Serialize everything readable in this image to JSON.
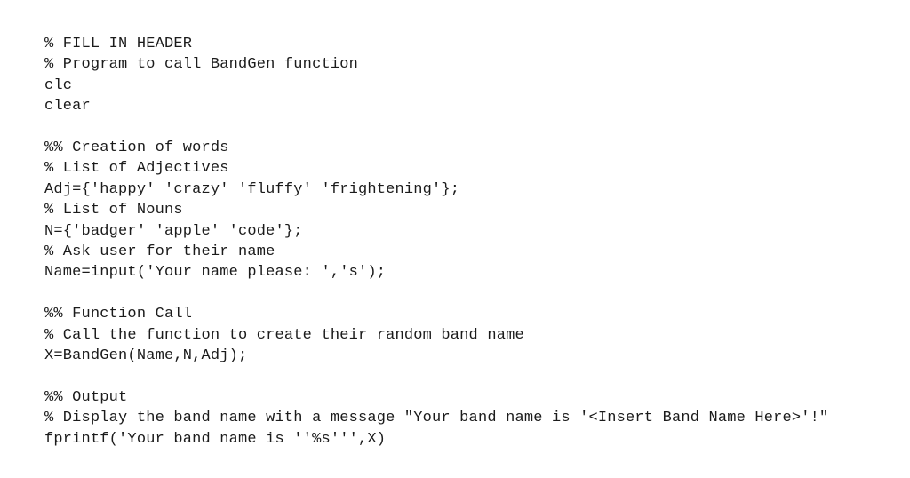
{
  "document": {
    "kind": "matlab-script",
    "background_color": "#ffffff",
    "text_color": "#1b1b1b",
    "lines": [
      "% FILL IN HEADER",
      "% Program to call BandGen function",
      "clc",
      "clear",
      "",
      "%% Creation of words",
      "% List of Adjectives",
      "Adj={'happy' 'crazy' 'fluffy' 'frightening'};",
      "% List of Nouns",
      "N={'badger' 'apple' 'code'};",
      "% Ask user for their name",
      "Name=input('Your name please: ','s');",
      "",
      "%% Function Call",
      "% Call the function to create their random band name",
      "X=BandGen(Name,N,Adj);",
      "",
      "%% Output",
      "% Display the band name with a message \"Your band name is '<Insert Band Name Here>'!\"",
      "fprintf('Your band name is ''%s''',X)"
    ]
  }
}
